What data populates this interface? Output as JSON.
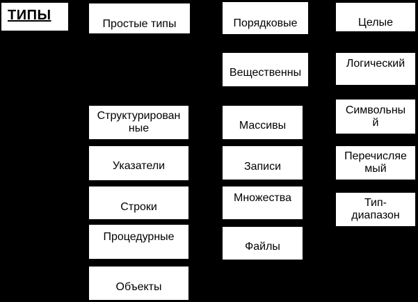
{
  "diagram": {
    "description": "Type hierarchy diagram (data types classification, Russian)",
    "colors": {
      "background": "#000000",
      "box_fill": "#ffffff",
      "text": "#000000"
    },
    "boxes": [
      {
        "id": "types",
        "label": "ТИПЫ"
      },
      {
        "id": "simple",
        "label": "Простые типы"
      },
      {
        "id": "ordinal",
        "label": "Порядковые"
      },
      {
        "id": "integer",
        "label": "Целые"
      },
      {
        "id": "real",
        "label": "Вещественны"
      },
      {
        "id": "boolean",
        "label": "Логический"
      },
      {
        "id": "structured",
        "label": "Структурирован\nные"
      },
      {
        "id": "pointers",
        "label": "Указатели"
      },
      {
        "id": "strings",
        "label": "Строки"
      },
      {
        "id": "procedural",
        "label": "Процедурные"
      },
      {
        "id": "objects",
        "label": "Объекты"
      },
      {
        "id": "arrays",
        "label": "Массивы"
      },
      {
        "id": "records",
        "label": "Записи"
      },
      {
        "id": "sets",
        "label": "Множества"
      },
      {
        "id": "files",
        "label": "Файлы"
      },
      {
        "id": "char",
        "label": "Символьны\nй"
      },
      {
        "id": "enumerated",
        "label": "Перечисляе\nмый"
      },
      {
        "id": "subrange",
        "label": "Тип-\nдиапазон"
      }
    ]
  }
}
